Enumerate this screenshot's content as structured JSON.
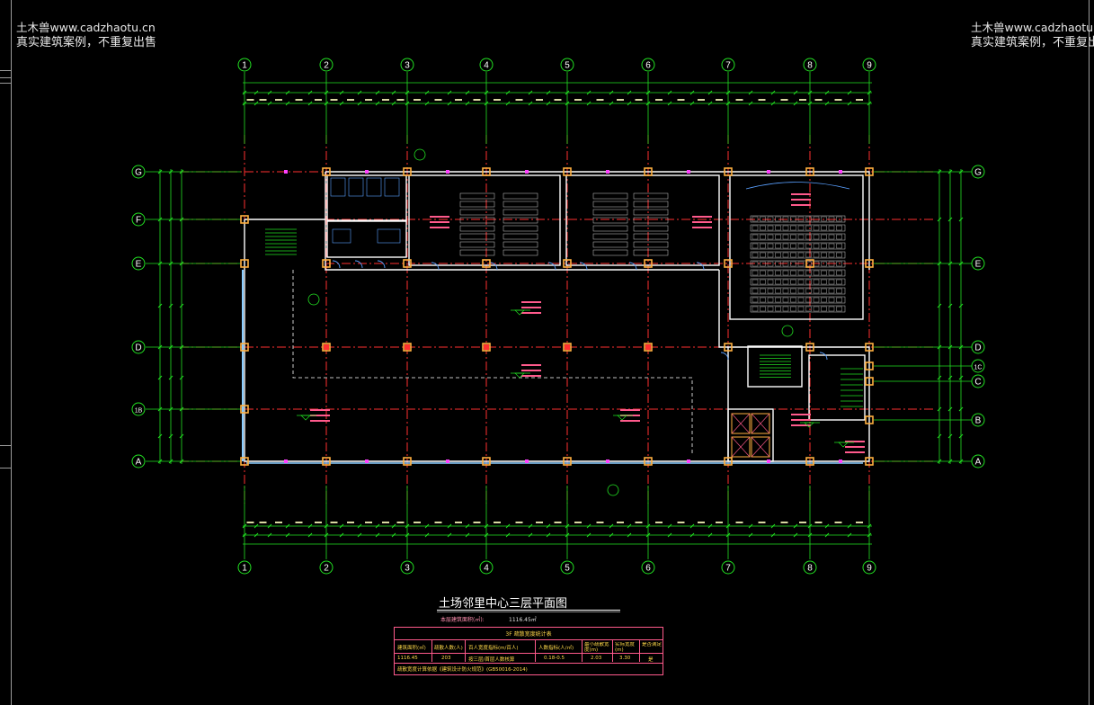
{
  "watermark": {
    "line1": "土木兽www.cadzhaotu.cn",
    "line2": "真实建筑案例，不重复出售",
    "right_line1": "土木兽www.cadzhaotu.",
    "right_line2": "真实建筑案例，不重复出"
  },
  "drawing": {
    "title": "土场邻里中心三层平面图",
    "area_label": "本层建筑面积(㎡):",
    "area_value": "1116.45㎡",
    "column_axes": [
      "1",
      "2",
      "3",
      "4",
      "5",
      "6",
      "7",
      "8",
      "9"
    ],
    "row_axes": [
      "G",
      "F",
      "E",
      "D",
      "1B",
      "A"
    ],
    "row_axes_right": [
      "G",
      "E",
      "D",
      "1C",
      "C",
      "B",
      "A"
    ],
    "colors": {
      "axis": "#22e022",
      "wall": "#ffffff",
      "grid_line": "#ff3030",
      "room_text": "#ff5a8c",
      "furniture": "#d0d0d0",
      "door": "#5aa0ff",
      "column": "#ffb040",
      "window": "#88ccff"
    }
  },
  "table": {
    "heading": "3F 疏散宽度统计表",
    "headers": [
      "建筑面积(㎡)",
      "疏散人数(人)",
      "百人宽度指标(m/百人)",
      "人数指标(人/㎡)",
      "最小疏散宽度(m)",
      "实际宽度(m)",
      "是否满足"
    ],
    "row": [
      "1116.45",
      "203",
      "按三层/首层人数核算",
      "0.18-0.5",
      "2.03",
      "3.30",
      "是"
    ],
    "footer": "疏散宽度计算依据《建筑设计防火规范》(GB50016-2014)"
  }
}
